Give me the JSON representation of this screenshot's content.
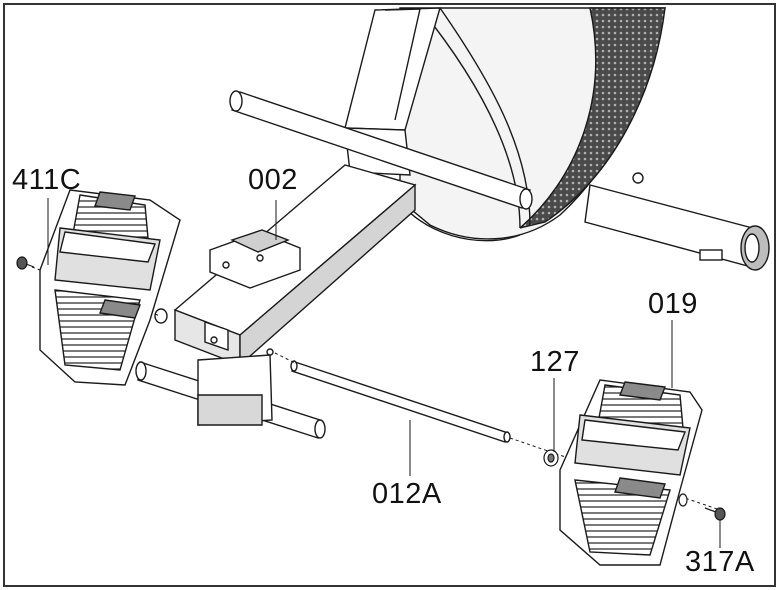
{
  "diagram": {
    "labels": {
      "p411c": "411C",
      "p002": "002",
      "p019": "019",
      "p127": "127",
      "p012a": "012A",
      "p317a": "317A"
    },
    "colors": {
      "line": "#1a1a1a",
      "fill": "#ffffff",
      "shade": "#cfcfcf",
      "dark": "#6a6a6a",
      "frame": "#333333"
    }
  }
}
